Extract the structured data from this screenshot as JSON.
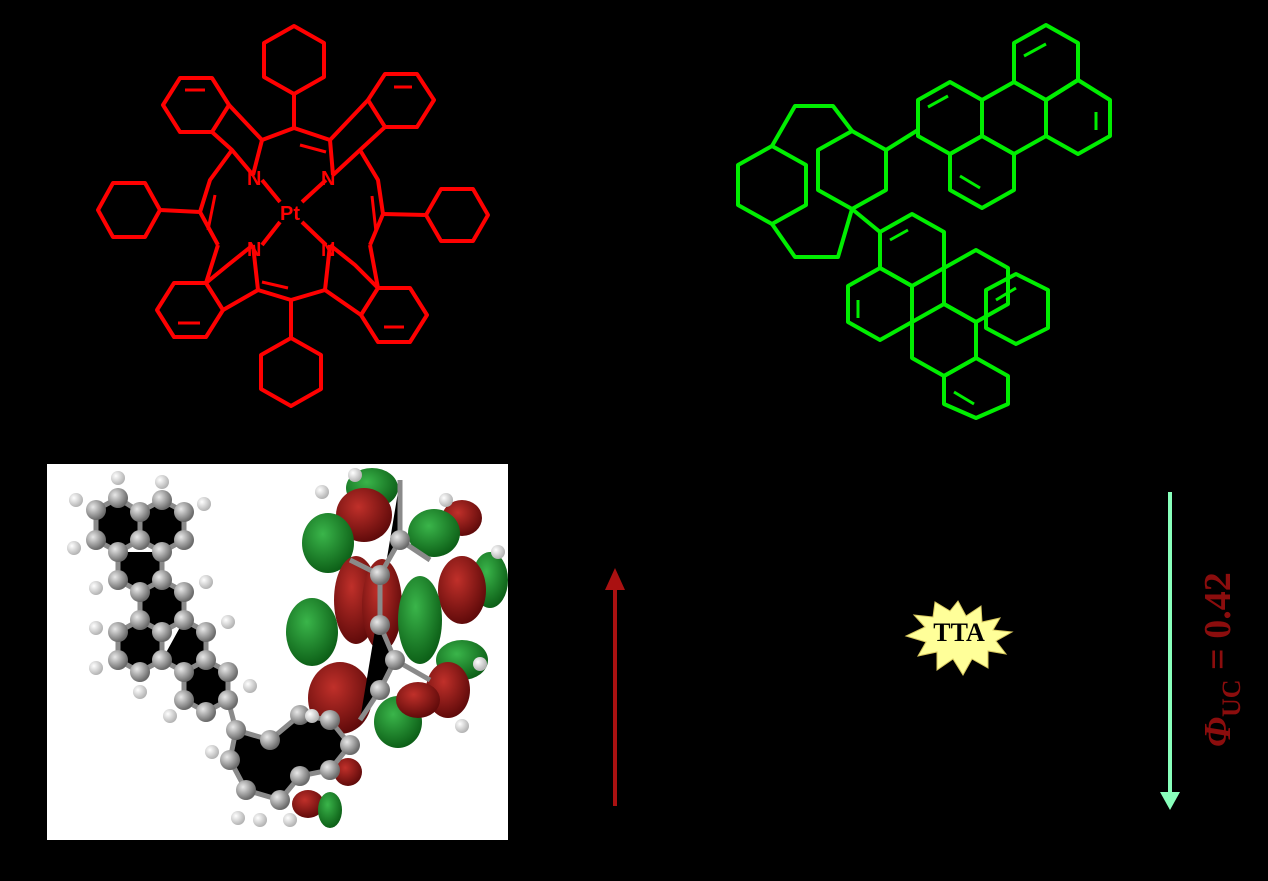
{
  "red_molecule": {
    "atoms": {
      "n1": "N",
      "n2": "N",
      "n3": "N",
      "n4": "N",
      "metal": "Pt"
    },
    "color": "#ff0000"
  },
  "green_molecule": {
    "color": "#00ee00"
  },
  "orbital_panel": {
    "background": "#ffffff"
  },
  "excitation_arrow": {
    "color": "#aa1111"
  },
  "tta_badge": {
    "label": "TTA",
    "color": "#ffff99"
  },
  "emission_arrow": {
    "color": "#88ffbb"
  },
  "quantum_yield": {
    "symbol": "Φ",
    "subscript": "UC",
    "rest": " = 0.42",
    "color": "#8b0d0d"
  }
}
